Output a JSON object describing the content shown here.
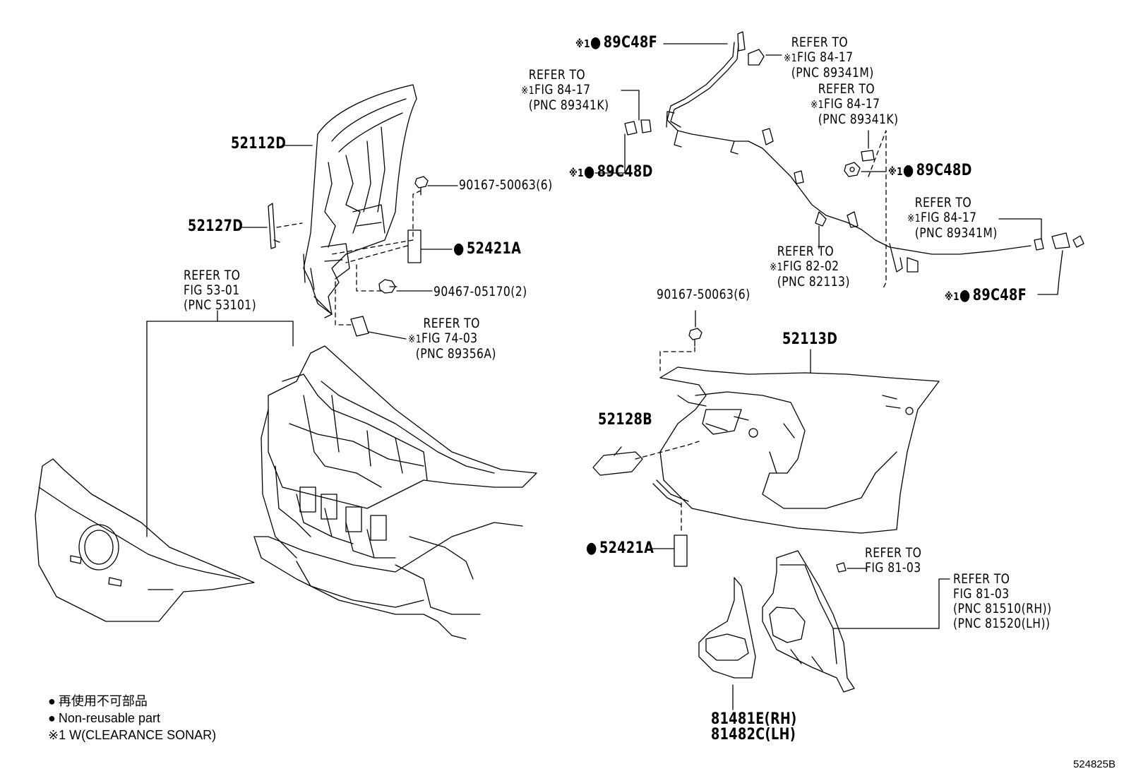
{
  "labels": {
    "p52112D": "52112D",
    "p52127D": "52127D",
    "p52421A_top": "52421A",
    "p90167_top": "90167-50063(6)",
    "p90467": "90467-05170(2)",
    "ref5301": [
      "REFER TO",
      "FIG 53-01",
      "(PNC 53101)"
    ],
    "ref7403": [
      "REFER TO",
      "FIG 74-03",
      "(PNC 89356A)"
    ],
    "ref8417_k_left": [
      "REFER TO",
      "FIG 84-17",
      "(PNC 89341K)"
    ],
    "p89C48F_top": "89C48F",
    "p89C48D_left": "89C48D",
    "ref8417_m_top": [
      "REFER TO",
      "FIG 84-17",
      "(PNC 89341M)"
    ],
    "ref8417_k_right": [
      "REFER TO",
      "FIG 84-17",
      "(PNC 89341K)"
    ],
    "p89C48D_right": "89C48D",
    "ref8417_m_right": [
      "REFER TO",
      "FIG 84-17",
      "(PNC 89341M)"
    ],
    "ref8202": [
      "REFER TO",
      "FIG 82-02",
      "(PNC 82113)"
    ],
    "p89C48F_right": "89C48F",
    "p90167_bottom": "90167-50063(6)",
    "p52113D": "52113D",
    "p52128B": "52128B",
    "p52421A_bottom": "52421A",
    "ref8103_bolt": [
      "REFER TO",
      "FIG 81-03"
    ],
    "ref8103": [
      "REFER TO",
      "FIG 81-03",
      "(PNC 81510(RH))",
      "(PNC 81520(LH))"
    ],
    "p81481E": "81481E(RH)",
    "p81482C": "81482C(LH)"
  },
  "marks": {
    "note": "※1",
    "dot": "●"
  },
  "legend": {
    "line1": "再使用不可部品",
    "line2": "Non-reusable part",
    "line3": "※1 W(CLEARANCE SONAR)"
  },
  "drawing_code": "524825B"
}
